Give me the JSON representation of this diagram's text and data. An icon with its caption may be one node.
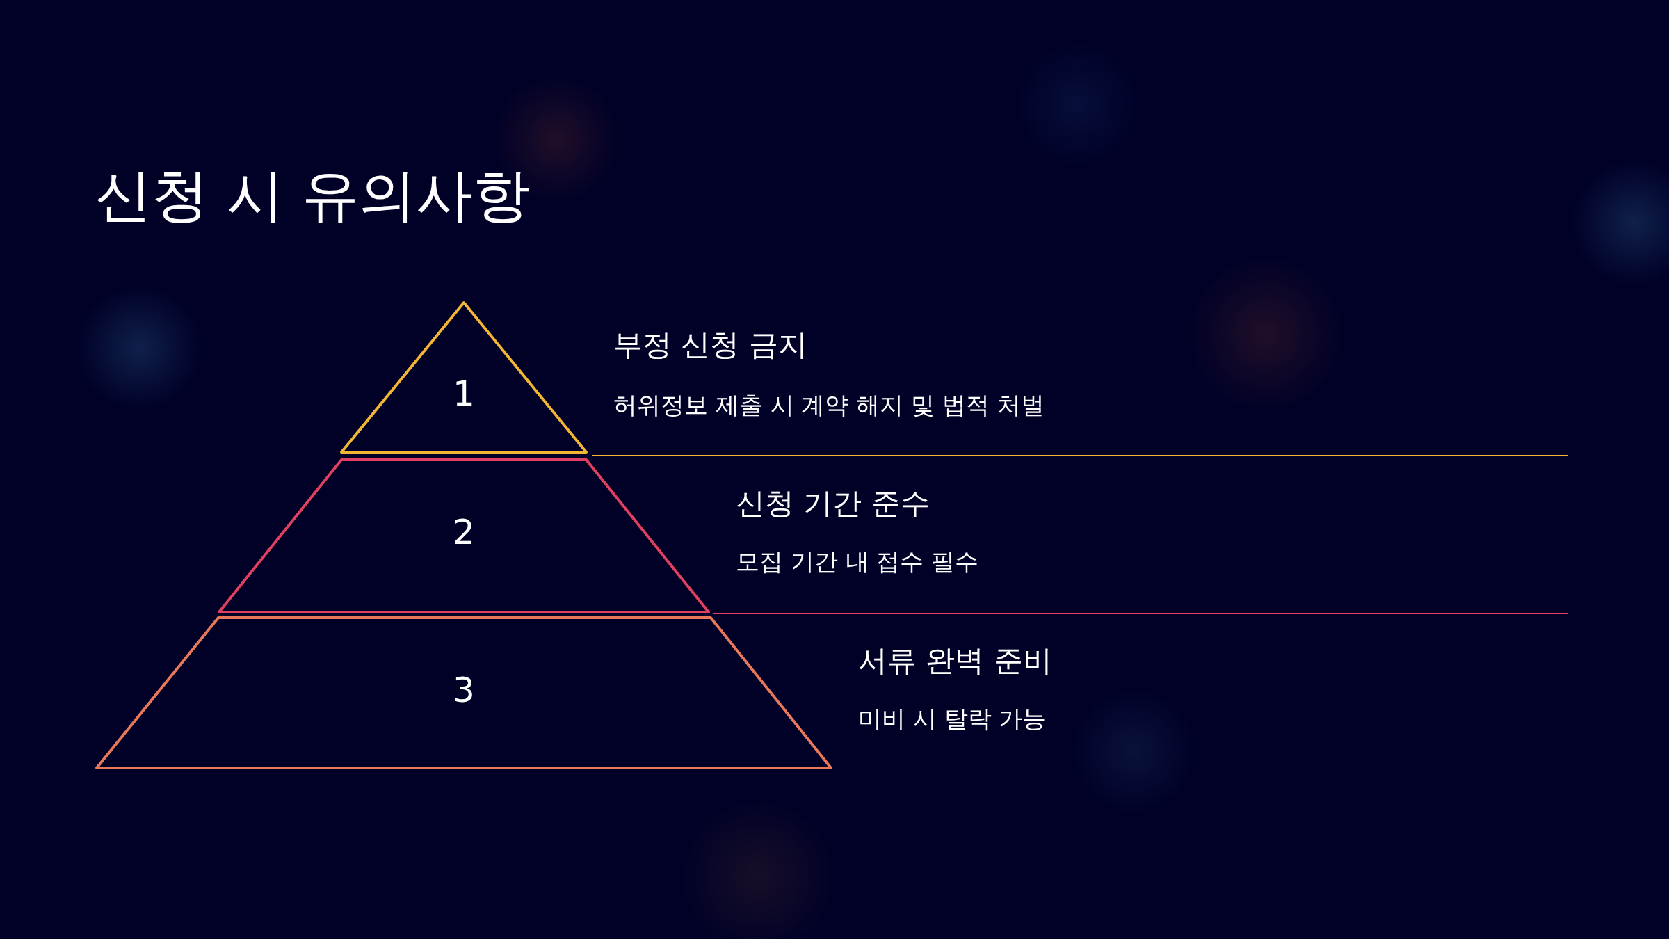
{
  "diagram": {
    "title": "신청 시 유의사항",
    "nodes": [
      {
        "text": [
          "1"
        ],
        "beside": [
          "부정 신청 금지",
          "허위정보 제출 시 계약 해지 및 법적 처벌"
        ]
      },
      {
        "text": [
          "2"
        ],
        "beside": [
          "신청 기간 준수",
          "모집 기간 내 접수 필수"
        ]
      },
      {
        "text": [
          "3"
        ],
        "beside": [
          "서류 완벽 준비",
          "미비 시 탈락 가능"
        ]
      }
    ]
  }
}
